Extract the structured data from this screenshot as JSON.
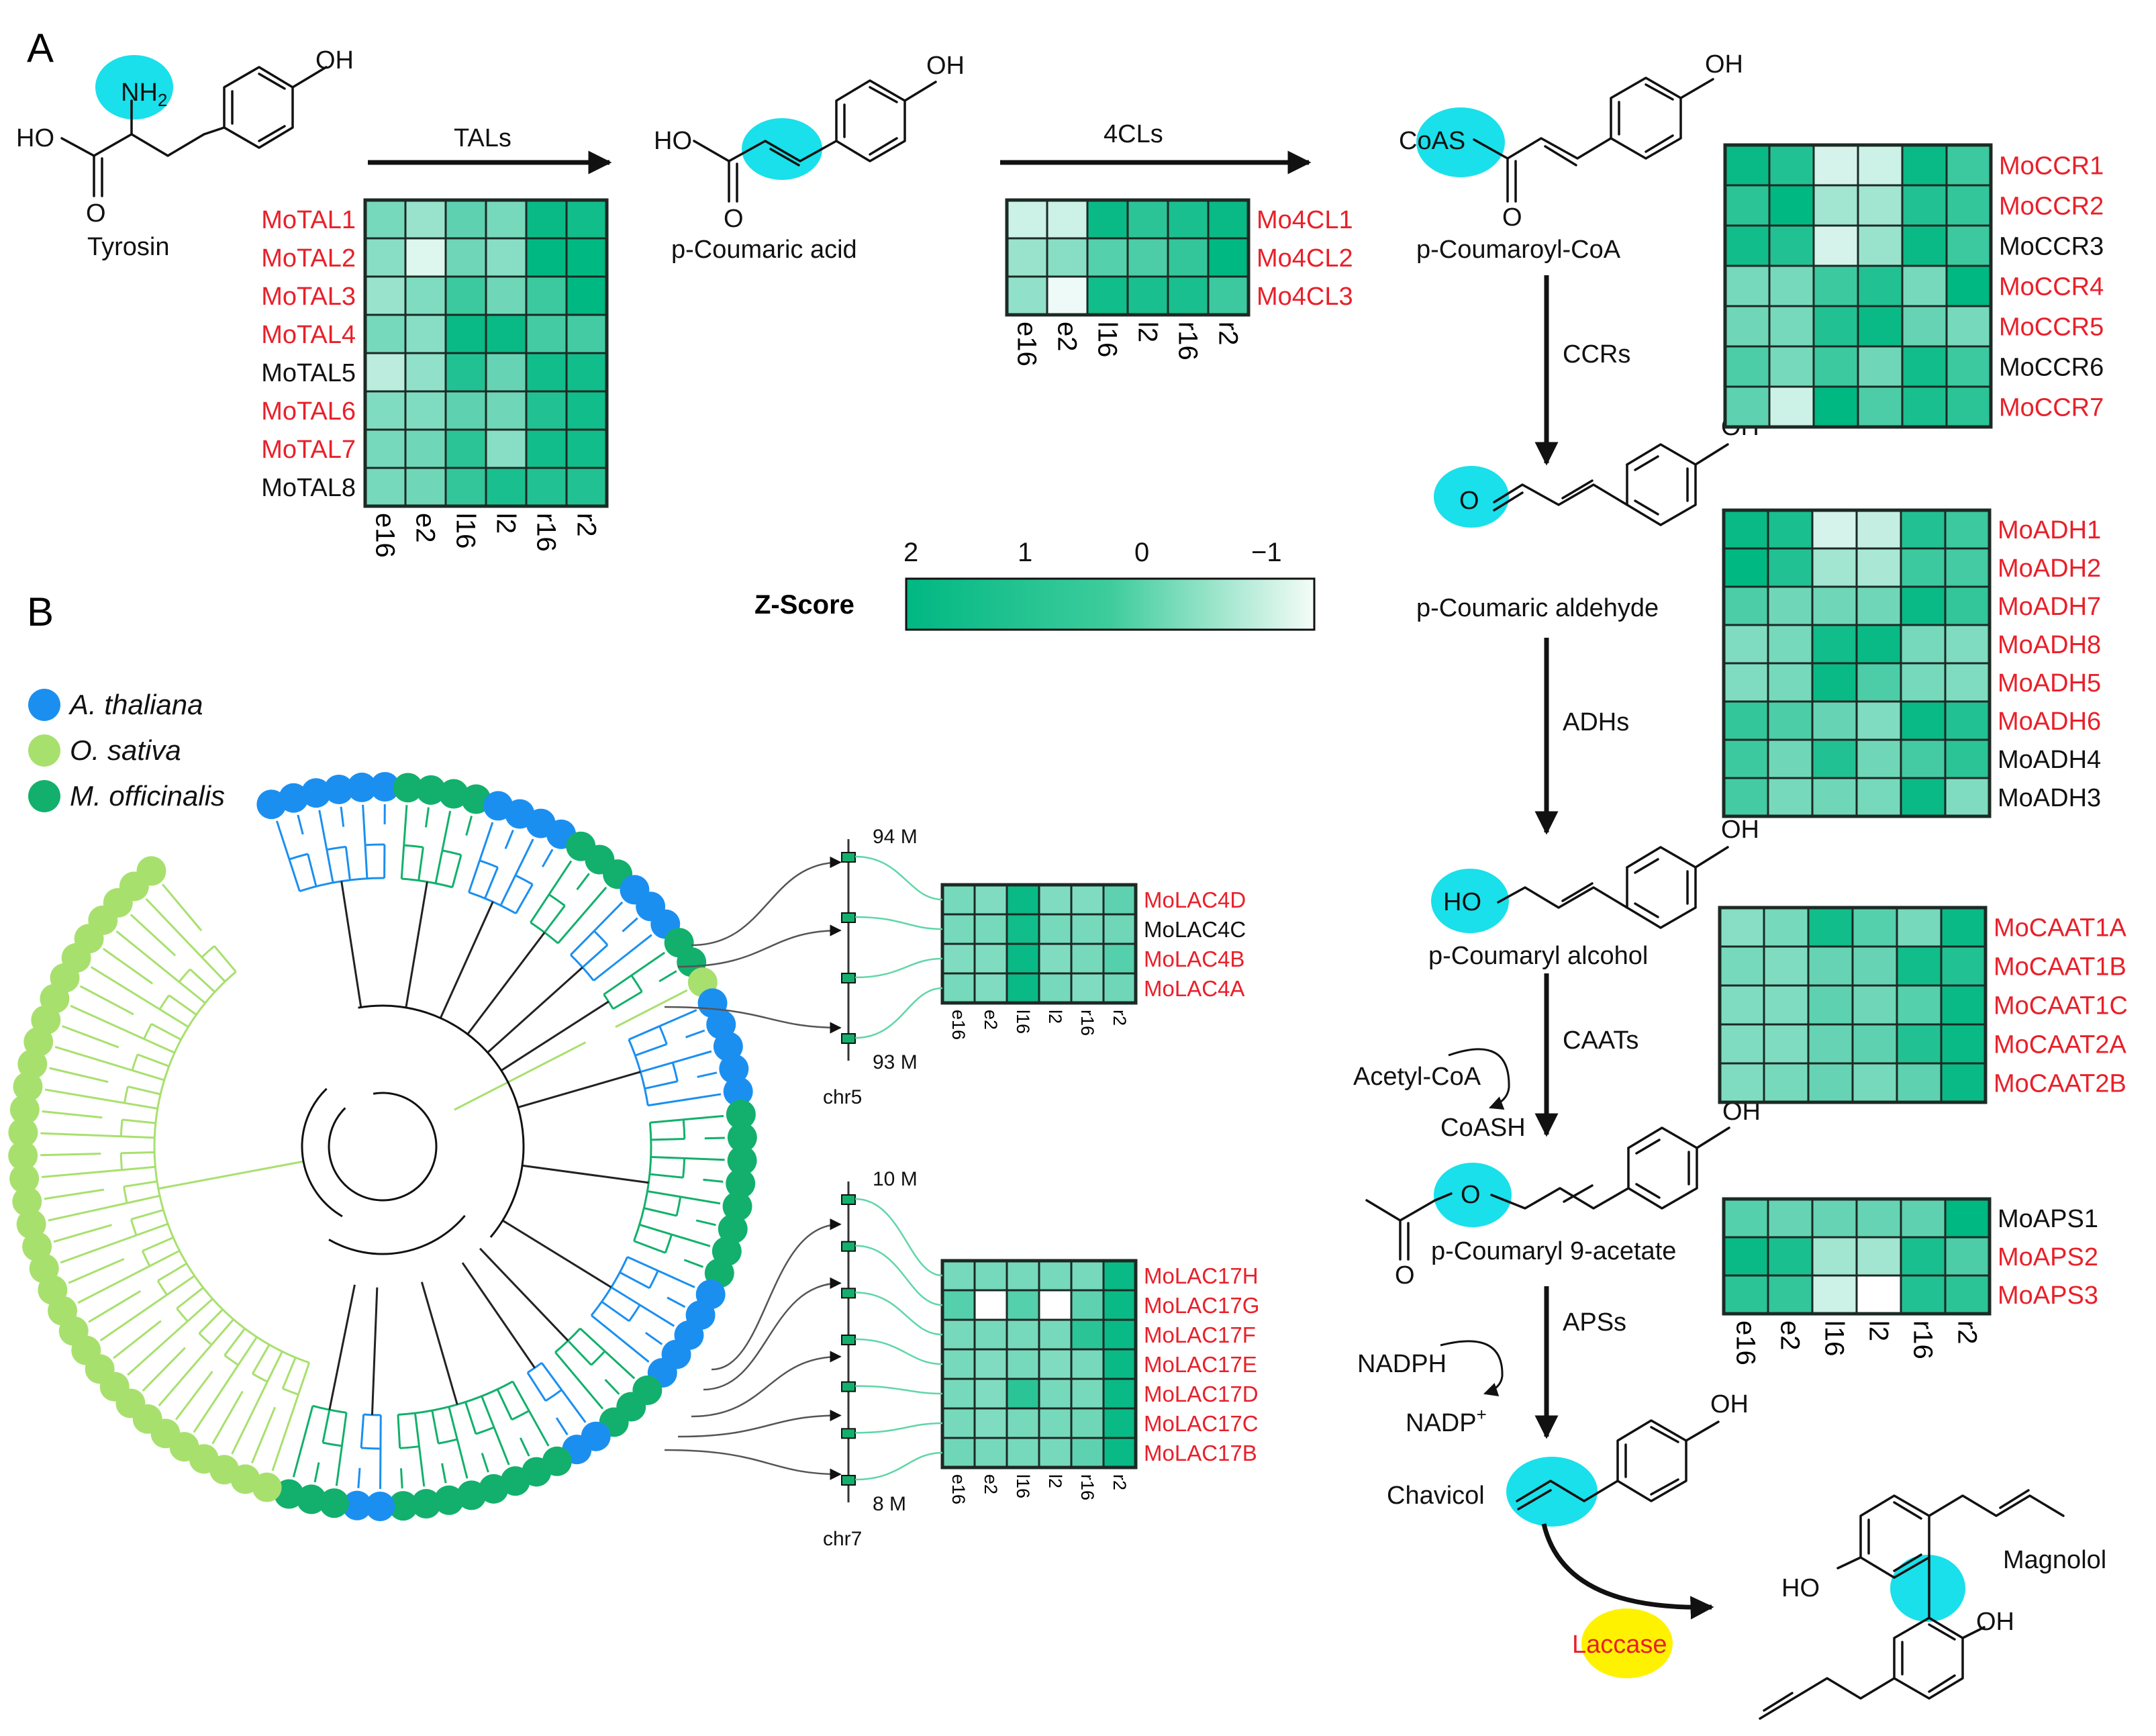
{
  "colors": {
    "heat_high": "#00b882",
    "heat_low": "#ffffff",
    "highlight_cyan": "#19e0ea",
    "highlight_yellow": "#fff200",
    "gene_red": "#e8202a",
    "gene_black": "#111111",
    "arabidopsis_blue": "#1b8ff0",
    "oryza_lightgreen": "#a8e06e",
    "magnolia_green": "#12b06c"
  },
  "panels": {
    "a": "A",
    "b": "B"
  },
  "compounds": {
    "tyrosin": "Tyrosin",
    "p_coumaric_acid": "p-Coumaric acid",
    "p_coumaroyl_coa": "p-Coumaroyl-CoA",
    "p_coumaric_aldehyde": "p-Coumaric aldehyde",
    "p_coumaryl_alcohol": "p-Coumaryl alcohol",
    "p_coumaryl_acetate": "p-Coumaryl 9-acetate",
    "chavicol": "Chavicol",
    "magnolol": "Magnolol"
  },
  "atoms": {
    "oh": "OH",
    "ho": "HO",
    "nh2": "NH",
    "nh2_sub": "2",
    "o": "O",
    "coas": "CoAS"
  },
  "cofactors": {
    "acetyl_coa": "Acetyl-CoA",
    "coash": "CoASH",
    "nadph": "NADPH",
    "nadp": "NADP",
    "nadp_sup": "+"
  },
  "enzymes": {
    "tals": "TALs",
    "fourcls": "4CLs",
    "ccrs": "CCRs",
    "adhs": "ADHs",
    "caats": "CAATs",
    "apss": "APSs",
    "laccase": "Laccase"
  },
  "tissues": [
    "e16",
    "e2",
    "l16",
    "l2",
    "r16",
    "r2"
  ],
  "colorbar": {
    "title": "Z-Score",
    "ticks": [
      "2",
      "1",
      "0",
      "−1"
    ]
  },
  "legend": {
    "species": [
      {
        "name": "A. thaliana",
        "color": "#1b8ff0"
      },
      {
        "name": "O. sativa",
        "color": "#a8e06e"
      },
      {
        "name": "M. officinalis",
        "color": "#12b06c"
      }
    ]
  },
  "chromosomes": {
    "chr5": {
      "name": "chr5",
      "top": "94 M",
      "bottom": "93 M"
    },
    "chr7": {
      "name": "chr7",
      "top": "10 M",
      "bottom": "8 M"
    }
  },
  "heatmaps": [
    {
      "id": "tal",
      "genes": [
        {
          "name": "MoTAL1",
          "red": true,
          "z": [
            0.6,
            0.2,
            0.9,
            0.6,
            1.9,
            1.8
          ]
        },
        {
          "name": "MoTAL2",
          "red": true,
          "z": [
            0.4,
            -0.6,
            0.7,
            0.4,
            2.0,
            2.0
          ]
        },
        {
          "name": "MoTAL3",
          "red": true,
          "z": [
            0.2,
            0.5,
            1.3,
            0.7,
            1.3,
            2.0
          ]
        },
        {
          "name": "MoTAL4",
          "red": true,
          "z": [
            0.6,
            0.4,
            1.9,
            1.9,
            1.2,
            1.2
          ]
        },
        {
          "name": "MoTAL5",
          "red": false,
          "z": [
            -0.2,
            0.3,
            1.6,
            0.8,
            1.8,
            1.8
          ]
        },
        {
          "name": "MoTAL6",
          "red": true,
          "z": [
            0.5,
            0.5,
            0.9,
            0.7,
            1.6,
            1.8
          ]
        },
        {
          "name": "MoTAL7",
          "red": true,
          "z": [
            0.6,
            0.7,
            1.5,
            0.4,
            1.8,
            1.8
          ]
        },
        {
          "name": "MoTAL8",
          "red": false,
          "z": [
            0.6,
            0.7,
            1.4,
            1.7,
            1.6,
            1.6
          ]
        }
      ]
    },
    {
      "id": "4cl",
      "genes": [
        {
          "name": "Mo4CL1",
          "red": true,
          "z": [
            -0.4,
            -0.4,
            1.9,
            1.5,
            1.7,
            1.9
          ]
        },
        {
          "name": "Mo4CL2",
          "red": true,
          "z": [
            0.2,
            0.4,
            1.0,
            1.1,
            1.4,
            2.0
          ]
        },
        {
          "name": "Mo4CL3",
          "red": true,
          "z": [
            0.3,
            -0.8,
            1.8,
            1.7,
            1.7,
            1.3
          ]
        }
      ]
    },
    {
      "id": "ccr",
      "genes": [
        {
          "name": "MoCCR1",
          "red": true,
          "z": [
            1.9,
            1.6,
            -0.5,
            -0.4,
            1.9,
            1.3
          ]
        },
        {
          "name": "MoCCR2",
          "red": true,
          "z": [
            1.5,
            2.0,
            0.1,
            0.1,
            1.6,
            1.4
          ]
        },
        {
          "name": "MoCCR3",
          "red": false,
          "z": [
            1.8,
            1.6,
            -0.5,
            0.2,
            1.9,
            1.3
          ]
        },
        {
          "name": "MoCCR4",
          "red": true,
          "z": [
            0.6,
            0.6,
            1.3,
            1.6,
            0.6,
            2.0
          ]
        },
        {
          "name": "MoCCR5",
          "red": true,
          "z": [
            0.7,
            0.6,
            1.6,
            1.9,
            0.8,
            0.6
          ]
        },
        {
          "name": "MoCCR6",
          "red": false,
          "z": [
            1.1,
            0.6,
            1.3,
            0.7,
            1.8,
            1.3
          ]
        },
        {
          "name": "MoCCR7",
          "red": true,
          "z": [
            0.9,
            -0.4,
            2.0,
            1.1,
            1.7,
            1.5
          ]
        }
      ]
    },
    {
      "id": "adh",
      "genes": [
        {
          "name": "MoADH1",
          "red": true,
          "z": [
            1.9,
            1.7,
            -0.5,
            -0.3,
            1.6,
            1.3
          ]
        },
        {
          "name": "MoADH2",
          "red": true,
          "z": [
            2.0,
            1.6,
            0.1,
            0.0,
            1.3,
            1.2
          ]
        },
        {
          "name": "MoADH7",
          "red": true,
          "z": [
            1.1,
            0.7,
            0.7,
            0.7,
            1.9,
            1.4
          ]
        },
        {
          "name": "MoADH8",
          "red": true,
          "z": [
            0.5,
            0.6,
            1.8,
            1.9,
            0.6,
            0.5
          ]
        },
        {
          "name": "MoADH5",
          "red": true,
          "z": [
            0.5,
            0.6,
            1.9,
            1.1,
            0.6,
            0.5
          ]
        },
        {
          "name": "MoADH6",
          "red": true,
          "z": [
            1.4,
            1.1,
            0.8,
            0.5,
            1.9,
            1.6
          ]
        },
        {
          "name": "MoADH4",
          "red": false,
          "z": [
            1.3,
            0.7,
            1.6,
            0.7,
            1.2,
            1.5
          ]
        },
        {
          "name": "MoADH3",
          "red": false,
          "z": [
            1.2,
            0.6,
            0.7,
            0.6,
            1.9,
            0.5
          ]
        }
      ]
    },
    {
      "id": "caat",
      "genes": [
        {
          "name": "MoCAAT1A",
          "red": true,
          "z": [
            0.4,
            0.6,
            1.8,
            1.0,
            0.6,
            1.9
          ]
        },
        {
          "name": "MoCAAT1B",
          "red": true,
          "z": [
            0.6,
            0.5,
            0.8,
            0.8,
            1.8,
            1.6
          ]
        },
        {
          "name": "MoCAAT1C",
          "red": true,
          "z": [
            0.5,
            0.5,
            0.9,
            0.7,
            1.0,
            1.9
          ]
        },
        {
          "name": "MoCAAT2A",
          "red": true,
          "z": [
            0.5,
            0.5,
            0.8,
            0.9,
            1.6,
            1.9
          ]
        },
        {
          "name": "MoCAAT2B",
          "red": true,
          "z": [
            0.5,
            0.6,
            0.8,
            0.6,
            0.9,
            1.9
          ]
        }
      ]
    },
    {
      "id": "aps",
      "genes": [
        {
          "name": "MoAPS1",
          "red": false,
          "z": [
            1.0,
            0.8,
            0.8,
            0.8,
            0.9,
            2.0
          ]
        },
        {
          "name": "MoAPS2",
          "red": true,
          "z": [
            1.9,
            1.7,
            0.1,
            0.1,
            1.7,
            1.1
          ]
        },
        {
          "name": "MoAPS3",
          "red": true,
          "z": [
            1.5,
            1.4,
            -0.4,
            -1.0,
            1.6,
            1.5
          ]
        }
      ]
    },
    {
      "id": "lac4",
      "genes": [
        {
          "name": "MoLAC4D",
          "red": true,
          "z": [
            0.6,
            0.5,
            1.9,
            0.5,
            0.5,
            0.9
          ]
        },
        {
          "name": "MoLAC4C",
          "red": false,
          "z": [
            0.6,
            0.6,
            1.8,
            0.6,
            0.6,
            0.7
          ]
        },
        {
          "name": "MoLAC4B",
          "red": true,
          "z": [
            0.5,
            0.5,
            1.9,
            0.5,
            0.6,
            1.0
          ]
        },
        {
          "name": "MoLAC4A",
          "red": true,
          "z": [
            0.6,
            0.5,
            1.9,
            0.6,
            0.5,
            0.7
          ]
        }
      ]
    },
    {
      "id": "lac17",
      "genes": [
        {
          "name": "MoLAC17H",
          "red": true,
          "z": [
            0.6,
            0.6,
            0.6,
            0.6,
            0.6,
            1.9
          ]
        },
        {
          "name": "MoLAC17G",
          "red": true,
          "z": [
            1.0,
            -1.0,
            1.0,
            -1.0,
            0.9,
            1.9
          ]
        },
        {
          "name": "MoLAC17F",
          "red": true,
          "z": [
            0.6,
            0.6,
            0.6,
            0.6,
            1.5,
            1.9
          ]
        },
        {
          "name": "MoLAC17E",
          "red": true,
          "z": [
            0.6,
            0.5,
            0.6,
            0.5,
            0.6,
            1.9
          ]
        },
        {
          "name": "MoLAC17D",
          "red": true,
          "z": [
            0.6,
            0.5,
            1.5,
            0.6,
            0.6,
            1.9
          ]
        },
        {
          "name": "MoLAC17C",
          "red": true,
          "z": [
            0.6,
            0.5,
            0.6,
            0.6,
            0.7,
            1.9
          ]
        },
        {
          "name": "MoLAC17B",
          "red": true,
          "z": [
            0.7,
            0.6,
            0.6,
            0.6,
            0.9,
            1.9
          ]
        }
      ]
    }
  ]
}
